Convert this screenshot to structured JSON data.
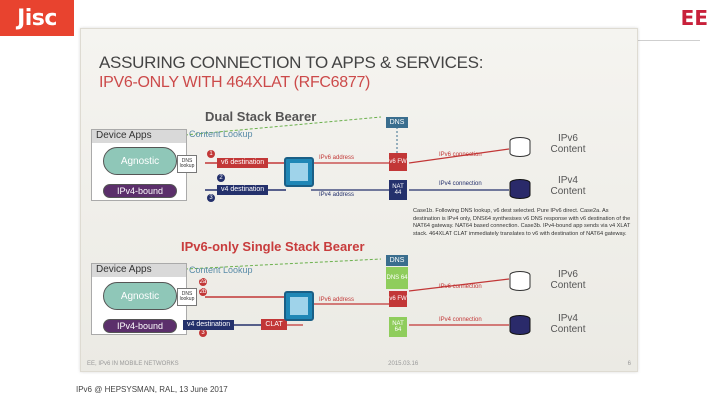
{
  "header": {
    "logo_text": "Jisc",
    "brand_text": "EE"
  },
  "slide": {
    "title_line1": "ASSURING CONNECTION TO APPS & SERVICES:",
    "title_line2": "IPV6-ONLY WITH 464XLAT (RFC6877)",
    "dual": {
      "title": "Dual Stack Bearer",
      "device_apps": "Device Apps",
      "content_lookup": "Content Lookup",
      "agnostic": "Agnostic",
      "ipv4_bound": "IPv4-bound",
      "dns_lookup": "DNS lookup",
      "v6_destination": "v6 destination",
      "v4_destination": "v4 destination",
      "ipv6_address": "IPv6 address",
      "ipv4_address": "IPv4 address",
      "dns": "DNS",
      "v6_fw": "v6 FW",
      "nat44": "NAT 44",
      "ipv6_connection": "IPv6 connection",
      "ipv4_connection": "IPv4 connection",
      "ipv6_content": "IPv6 Content",
      "ipv4_content": "IPv4 Content",
      "badges": [
        "1",
        "2",
        "3"
      ]
    },
    "single": {
      "title": "IPv6-only Single Stack Bearer",
      "device_apps": "Device Apps",
      "content_lookup": "Content Lookup",
      "agnostic": "Agnostic",
      "ipv4_bound": "IPv4-bound",
      "dns_lookup": "DNS lookup",
      "v4_destination": "v4 destination",
      "clat": "CLAT",
      "ipv6_address": "IPv6 address",
      "dns": "DNS",
      "dns64": "DNS 64",
      "v6_fw": "v6 FW",
      "nat64": "NAT 64",
      "ipv6_connection": "IPv6 connection",
      "ipv4_connection": "IPv4 connection",
      "ipv6_content": "IPv6 Content",
      "ipv4_content": "IPv4 Content",
      "badges": [
        "2a",
        "2b",
        "3"
      ]
    },
    "note": "Case1b. Following DNS lookup, v6 dest selected. Pure IPv6 direct. Case2a. As destination is IPv4 only, DNS64 synthesises v6 DNS response with v6 destination of the NAT64 gateway. NAT64 based connection. Case3b. IPv4-bound app sends via v4 XLAT stack. 464XLAT CLAT immediately translates to v6 with destination of NAT64 gateway.",
    "footer_left": "EE, IPv6 IN MOBILE NETWORKS",
    "footer_mid": "2015.03.16",
    "footer_right": "6"
  },
  "caption": "IPv6 @ HEPSYSMAN, RAL, 13 June 2017",
  "colors": {
    "jisc_red": "#e8432f",
    "ee_red": "#c8203a",
    "v6_red": "#c23737",
    "v4_navy": "#24316c",
    "dns_blue": "#3a6e8e",
    "dns64_green": "#8fcd5c"
  }
}
